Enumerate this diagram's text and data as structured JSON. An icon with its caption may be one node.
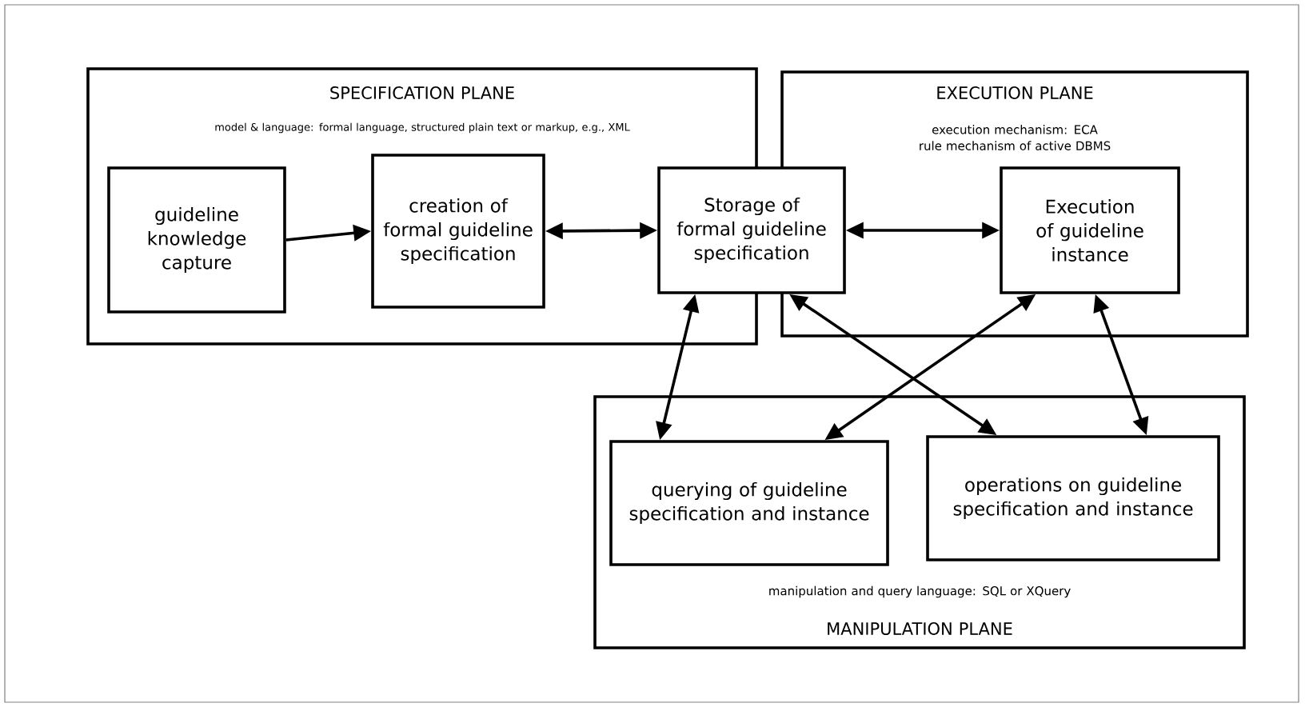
{
  "diagram": {
    "nodes": [
      {
        "text": [
          "SPECIFICATION PLANE",
          "model & language: formal language, structured plain text or markup, e.g., XML"
        ]
      },
      {
        "text": [
          "guideline knowledge capture"
        ],
        "in": 0
      },
      {
        "text": [
          "creation of formal guideline specification"
        ],
        "in": 0
      },
      {
        "text": [
          "Storage of formal guideline specification"
        ]
      },
      {
        "text": [
          "EXECUTION PLANE",
          "execution mechanism: ECA rule mechanism of active DBMS"
        ]
      },
      {
        "text": [
          "Execution of guideline instance"
        ],
        "in": 4
      },
      {
        "text": [
          "manipulation and query language: SQL or XQuery",
          "MANIPULATION PLANE"
        ]
      },
      {
        "text": [
          "querying of guideline specification and instance"
        ],
        "in": 6
      },
      {
        "text": [
          "operations on guideline specification and instance"
        ],
        "in": 6
      }
    ],
    "edges": [
      {
        "from": 1,
        "to": 2,
        "arrow": "to"
      },
      {
        "from": 2,
        "to": 3,
        "arrow": "both"
      },
      {
        "from": 3,
        "to": 5,
        "arrow": "both"
      },
      {
        "from": 3,
        "to": 7,
        "arrow": "both"
      },
      {
        "from": 3,
        "to": 8,
        "arrow": "both"
      },
      {
        "from": 5,
        "to": 7,
        "arrow": "both"
      },
      {
        "from": 5,
        "to": 8,
        "arrow": "both"
      }
    ]
  }
}
